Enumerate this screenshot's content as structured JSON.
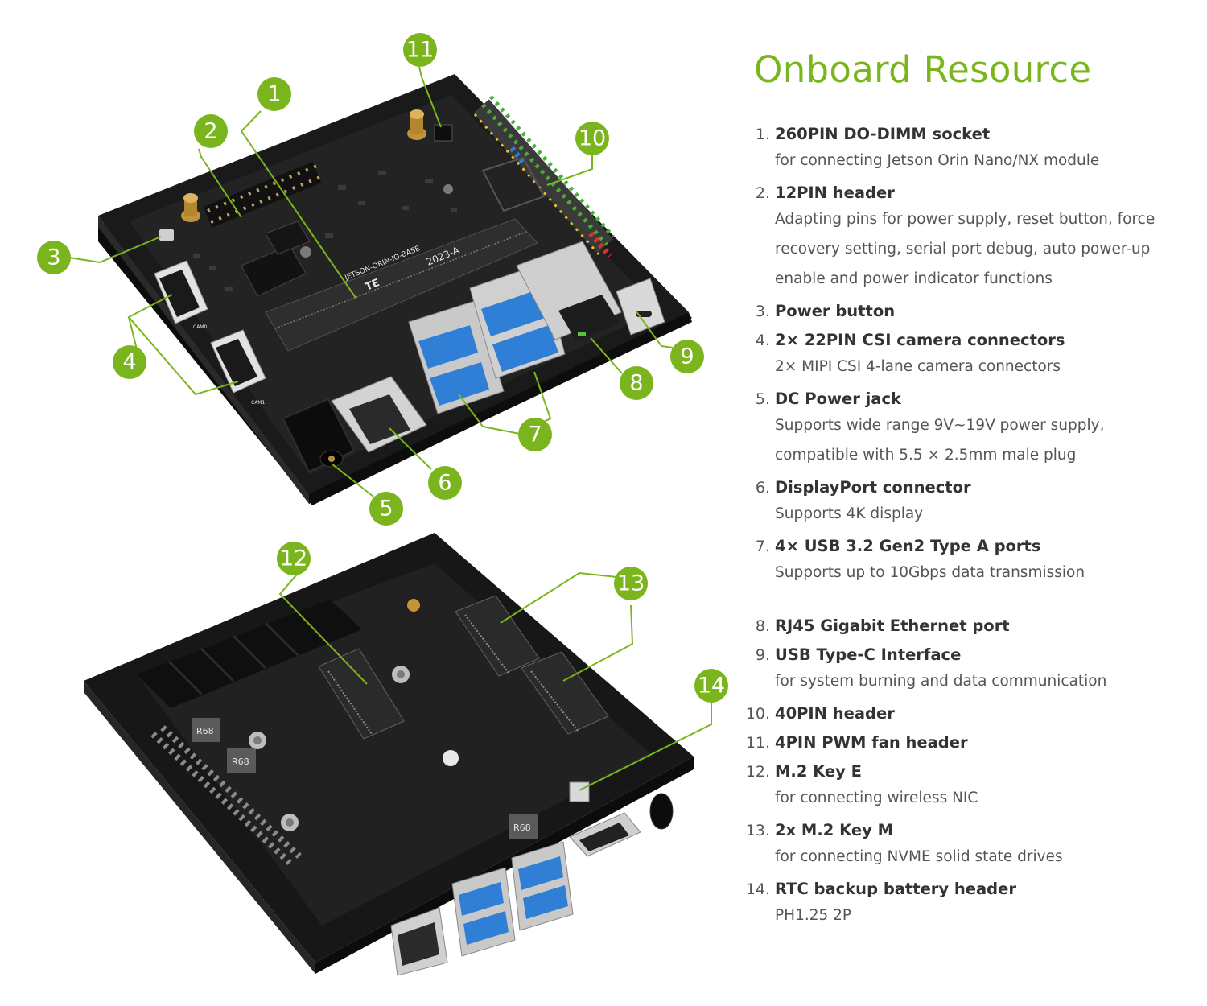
{
  "title": "Onboard Resource",
  "colors": {
    "accent": "#7ab51d",
    "board": "#1b1b1b",
    "case": "#141414"
  },
  "board_labels": {
    "silk_board_name": "JETSON-ORIN-IO-BASE",
    "silk_brand": "TE",
    "silk_cam0": "CAM0",
    "silk_cam1": "CAM1",
    "silk_code": "2023-A",
    "inductor": "R68"
  },
  "callouts": [
    "1",
    "2",
    "3",
    "4",
    "5",
    "6",
    "7",
    "8",
    "9",
    "10",
    "11",
    "12",
    "13",
    "14"
  ],
  "features": [
    {
      "num": "1.",
      "title": "260PIN DO-DIMM socket",
      "desc": [
        "for connecting Jetson Orin Nano/NX module"
      ]
    },
    {
      "num": "2.",
      "title": "12PIN header",
      "desc": [
        "Adapting pins for power supply, reset button, force",
        "recovery setting, serial port debug, auto power-up",
        "enable and power indicator functions"
      ]
    },
    {
      "num": "3.",
      "title": "Power button",
      "desc": []
    },
    {
      "num": "4.",
      "title": "2× 22PIN CSI camera connectors",
      "desc": [
        "2× MIPI CSI 4-lane camera connectors"
      ]
    },
    {
      "num": "5.",
      "title": "DC Power jack",
      "desc": [
        "Supports wide range 9V~19V power supply,",
        "compatible with 5.5 × 2.5mm male plug"
      ]
    },
    {
      "num": "6.",
      "title": "DisplayPort connector",
      "desc": [
        "Supports 4K display"
      ]
    },
    {
      "num": "7.",
      "title": "4× USB 3.2 Gen2 Type A ports",
      "desc": [
        "Supports up to 10Gbps data transmission"
      ]
    },
    {
      "num": "8.",
      "title": "RJ45 Gigabit Ethernet port",
      "desc": []
    },
    {
      "num": "9.",
      "title": "USB Type-C Interface",
      "desc": [
        "for system burning and data communication"
      ]
    },
    {
      "num": "10.",
      "title": "40PIN header",
      "desc": []
    },
    {
      "num": "11.",
      "title": "4PIN PWM fan header",
      "desc": []
    },
    {
      "num": "12.",
      "title": "M.2 Key E",
      "desc": [
        "for connecting wireless NIC"
      ]
    },
    {
      "num": "13.",
      "title": "2x M.2 Key M",
      "desc": [
        "for connecting NVME solid state drives"
      ]
    },
    {
      "num": "14.",
      "title": "RTC backup battery header",
      "desc": [
        "PH1.25 2P"
      ]
    }
  ]
}
